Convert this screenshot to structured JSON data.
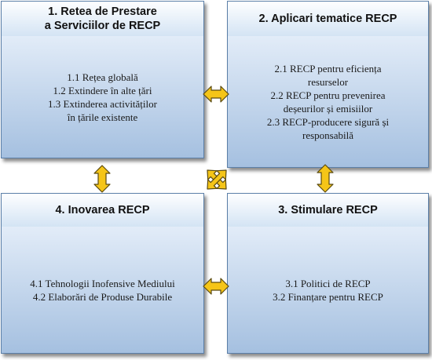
{
  "panels": {
    "p1": {
      "title": "1. Retea de Prestare\na Serviciilor de RECP",
      "lines": [
        "1.1 Rețea globală",
        "1.2 Extindere în alte țări",
        "1.3 Extinderea activităților",
        "în țările existente"
      ]
    },
    "p2": {
      "title": "2. Aplicari tematice RECP",
      "lines": [
        "2.1 RECP pentru eficiența",
        "resurselor",
        "2.2 RECP pentru prevenirea",
        "deșeurilor și emisiilor",
        "2.3 RECP-producere sigură și",
        "responsabilă"
      ]
    },
    "p3": {
      "title": "3. Stimulare RECP",
      "lines": [
        "3.1 Politici de RECP",
        "3.2 Finanțare pentru RECP"
      ]
    },
    "p4": {
      "title": "4. Inovarea RECP",
      "lines": [
        "4.1 Tehnologii Inofensive Mediului",
        "4.2 Elaborări de Produse Durabile"
      ]
    }
  },
  "colors": {
    "arrow_fill": "#f5c518",
    "arrow_stroke": "#5a4a10",
    "panel_border": "#5b7fa8"
  }
}
